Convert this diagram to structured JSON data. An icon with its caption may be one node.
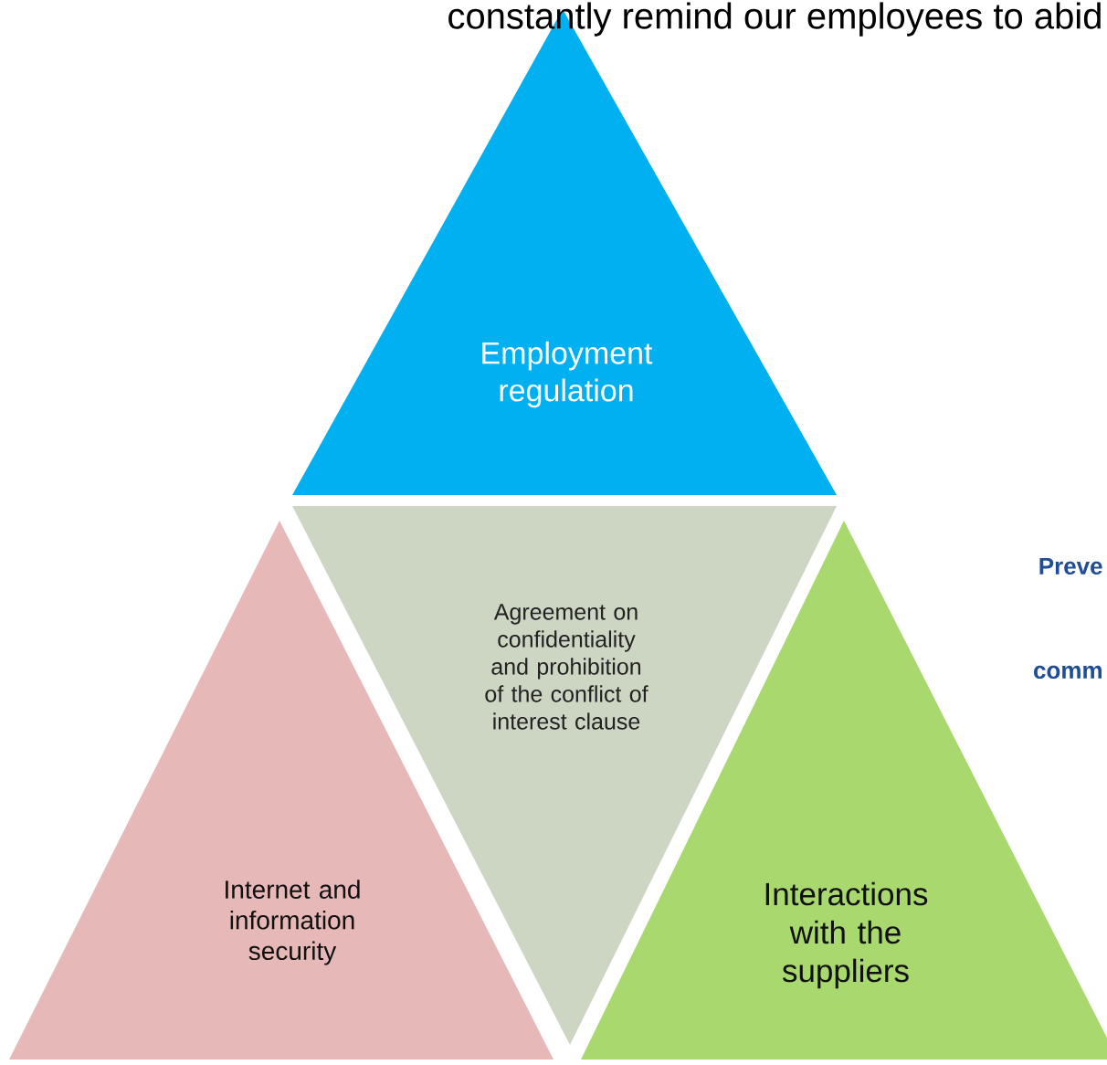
{
  "diagram": {
    "nodes": [
      {
        "text": [
          "Employment regulation"
        ]
      },
      {
        "text": [
          "Agreement on confidentiality and prohibition of the conflict of interest clause"
        ]
      },
      {
        "text": [
          "Internet and information security"
        ]
      },
      {
        "text": [
          "Interactions with the suppliers"
        ]
      }
    ],
    "labels": [
      "constantly remind our employees to abid",
      "Preve",
      "comm"
    ]
  }
}
